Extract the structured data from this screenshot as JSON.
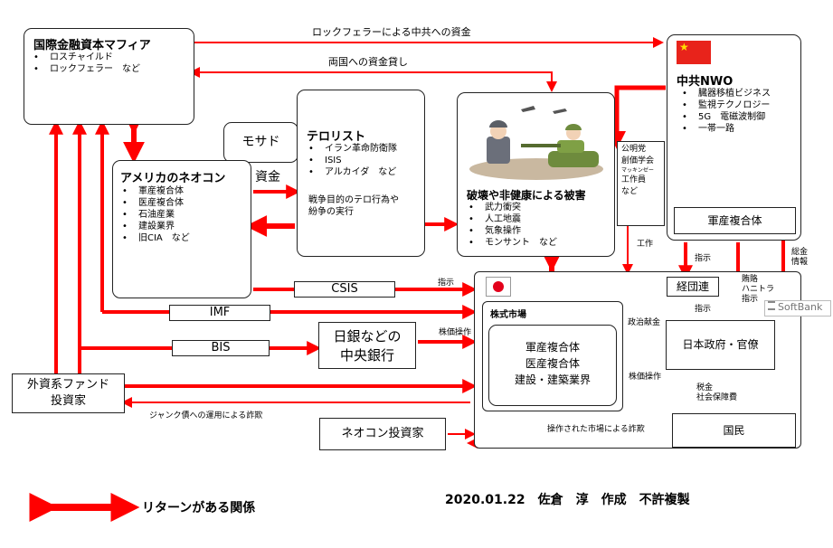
{
  "mafia": {
    "title": "国際金融資本マフィア",
    "items": [
      "ロスチャイルド",
      "ロックフェラー　など"
    ]
  },
  "nwo": {
    "title": "中共NWO",
    "items": [
      "臓器移植ビジネス",
      "監視テクノロジー",
      "5G　電磁波制御",
      "一帯一路"
    ],
    "inner": "軍産複合体"
  },
  "mossad": "モサド",
  "terror": {
    "title": "テロリスト",
    "items": [
      "イラン革命防衛隊",
      "ISIS",
      "アルカイダ　など"
    ],
    "desc": [
      "戦争目的のテロ行為や",
      "紛争の実行"
    ]
  },
  "damage": {
    "title": "破壊や非健康による被害",
    "items": [
      "武力衝突",
      "人工地震",
      "気象操作",
      "モンサント　など"
    ]
  },
  "neocon": {
    "title": "アメリカのネオコン",
    "items": [
      "軍産複合体",
      "医産複合体",
      "石油産業",
      "建設業界",
      "旧CIA　など"
    ]
  },
  "shikin": "資金",
  "party": [
    "公明党",
    "創価学会",
    "マッキンゼー",
    "工作員",
    "など"
  ],
  "keidanren": "経団連",
  "softbank": "SoftBank",
  "csis": "CSIS",
  "imf": "IMF",
  "bis": "BIS",
  "central_bank": [
    "日銀などの",
    "中央銀行"
  ],
  "fund": [
    "外資系ファンド",
    "投資家"
  ],
  "market": {
    "title": "株式市場",
    "inner": [
      "軍産複合体",
      "医産複合体",
      "建設・建築業界"
    ]
  },
  "govt": "日本政府・官僚",
  "kokumin": "国民",
  "neocon_investor": "ネオコン投資家",
  "labels": {
    "rockefeller": "ロックフェラーによる中共への資金",
    "loan": "両国への資金貸し",
    "shiji1": "指示",
    "shiji2": "指示",
    "shiji3": "指示",
    "kousaku": "工作",
    "kabuka1": "株価操作",
    "kabuka2": "株価操作",
    "seiji": "政治献金",
    "junk": "ジャンク債への運用による詐欺",
    "sousa": "操作された市場による詐欺",
    "zei": [
      "税金",
      "社会保障費"
    ],
    "wairo": [
      "賄賂",
      "ハニトラ",
      "指示"
    ],
    "jouhou": [
      "総金",
      "情報"
    ]
  },
  "legend": "リターンがある関係",
  "credit": "2020.01.22　佐倉　淳　作成　不許複製",
  "colors": {
    "arrow": "#ff0000",
    "flag_cn": "#e8231b",
    "flag_jp": "#e3001b"
  }
}
